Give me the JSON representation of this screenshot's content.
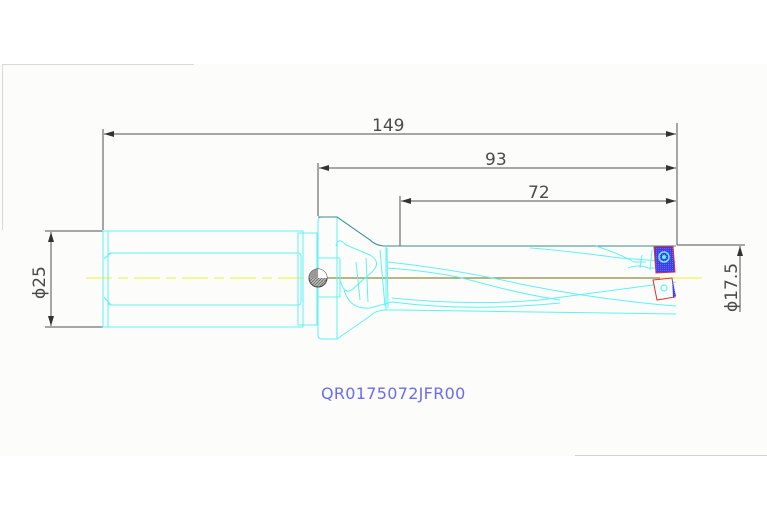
{
  "drawing": {
    "model_code": "QR0175072JFR00",
    "dimensions": {
      "overall_length": "149",
      "body_length": "93",
      "flute_length": "72",
      "shank_diameter": "ϕ25",
      "cutting_diameter": "ϕ17.5"
    },
    "colors": {
      "outline": "#5ef2f2",
      "dimension": "#505050",
      "centerline": "#f2f25a",
      "axis": "#8a8a40",
      "insert_fill": "#3a3ae8",
      "insert_edge": "#e03030",
      "label": "#6b6bf0",
      "background": "#fcfdfb"
    }
  }
}
